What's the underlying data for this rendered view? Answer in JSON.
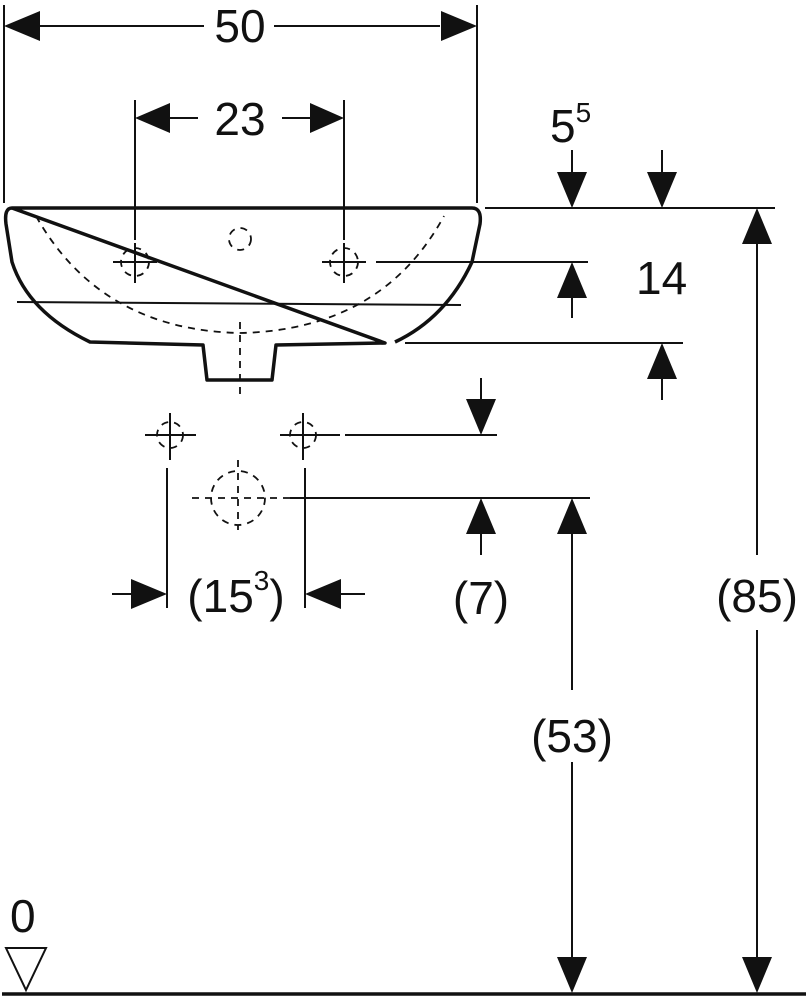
{
  "diagram": {
    "width_label": "50",
    "tap_spacing_label": "23",
    "rim_thickness_label_main": "5",
    "rim_thickness_label_sup": "5",
    "tap_hole_depth_label": "14",
    "supply_spacing_label_open": "(15",
    "supply_spacing_label_sup": "3",
    "supply_spacing_label_close": ")",
    "supply_offset_label": "(7)",
    "drain_height_label": "(53)",
    "rim_height_label": "(85)",
    "floor_level_label": "0"
  }
}
